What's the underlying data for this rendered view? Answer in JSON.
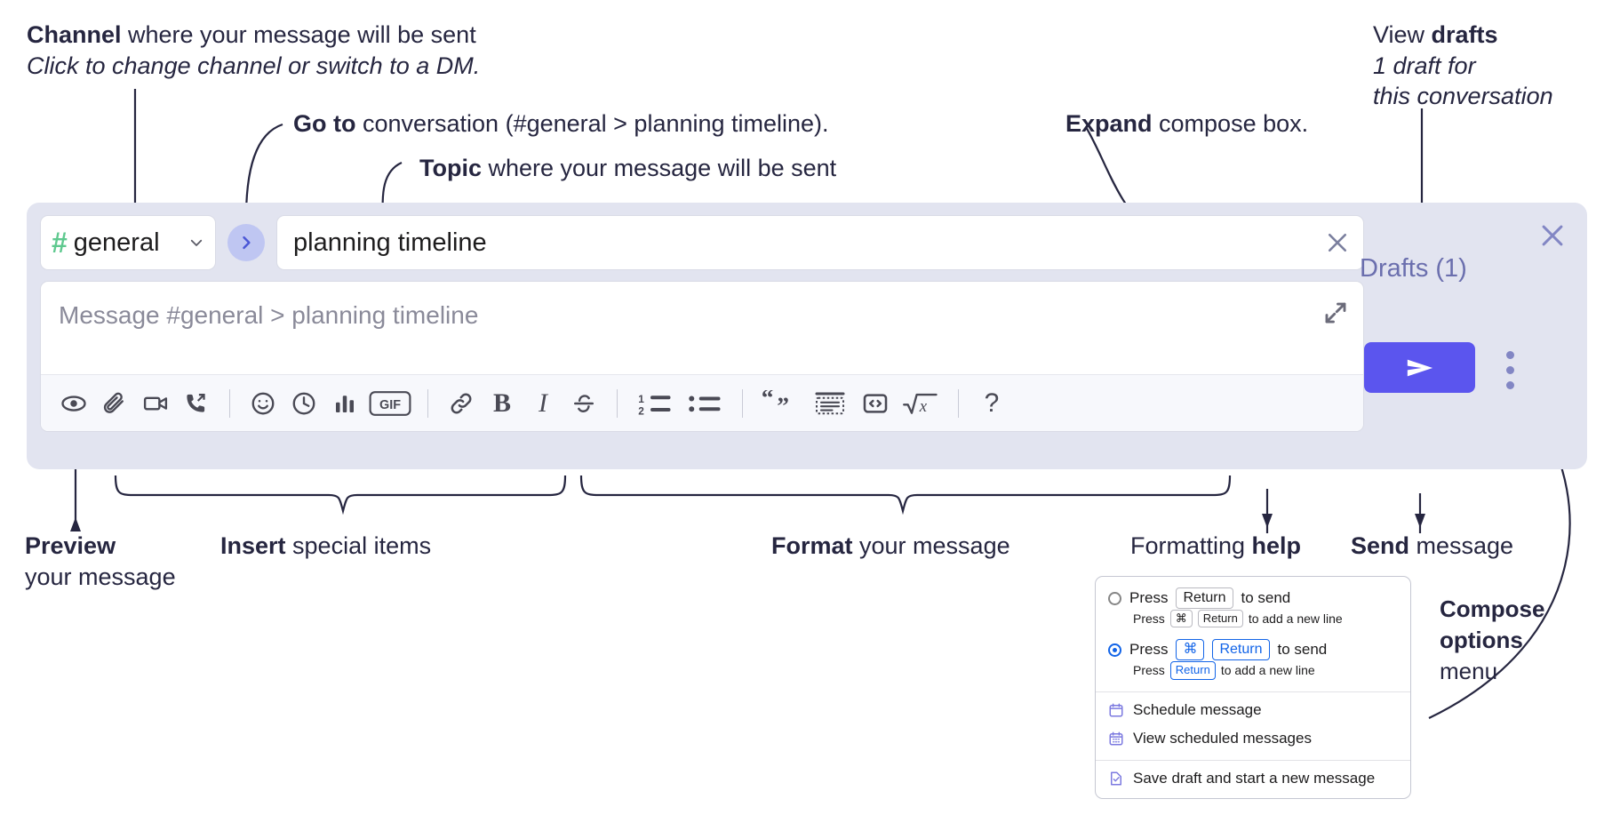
{
  "annotations": {
    "channel": {
      "bold": "Channel",
      "rest": " where your message will be sent",
      "sub": "Click to change channel or switch to a DM."
    },
    "goto": {
      "bold": "Go to",
      "rest": " conversation (#general > planning timeline)."
    },
    "topic": {
      "bold": "Topic",
      "rest": " where your message will be sent"
    },
    "expand": {
      "bold": "Expand",
      "rest": " compose box."
    },
    "drafts": {
      "pre": "View ",
      "bold": "drafts",
      "sub1": "1 draft for",
      "sub2": "this conversation"
    },
    "preview": {
      "bold": "Preview",
      "line2": "your message"
    },
    "insert": {
      "bold": "Insert",
      "rest": " special items"
    },
    "format": {
      "bold": "Format",
      "rest": " your message"
    },
    "help": {
      "pre": "Formatting ",
      "bold": "help"
    },
    "send": {
      "bold": "Send",
      "rest": " message"
    },
    "compose_options": {
      "line1": "Compose",
      "line2": "options",
      "line3": "menu"
    }
  },
  "compose": {
    "channel_name": "general",
    "channel_hash": "#",
    "goto_icon": "chevron-right-icon",
    "topic_value": "planning timeline",
    "clear_topic_icon": "close-icon",
    "message_placeholder": "Message #general > planning timeline",
    "expand_icon": "expand-diagonal-icon",
    "panel_close_icon": "close-icon",
    "drafts_label": "Drafts (1)",
    "send_icon": "send-paper-plane-icon",
    "kebab_icon": "more-options-vertical-icon",
    "toolbar": [
      {
        "name": "preview-icon",
        "label": "Preview"
      },
      {
        "name": "attachment-icon",
        "label": "Attach file"
      },
      {
        "name": "video-camera-icon",
        "label": "Record video clip"
      },
      {
        "name": "phone-forward-icon",
        "label": "Record audio clip"
      },
      {
        "name": "separator",
        "label": ""
      },
      {
        "name": "emoji-icon",
        "label": "Emoji"
      },
      {
        "name": "clock-icon",
        "label": "Reminder"
      },
      {
        "name": "bar-chart-icon",
        "label": "Poll"
      },
      {
        "name": "gif-icon",
        "label": "GIF"
      },
      {
        "name": "separator",
        "label": ""
      },
      {
        "name": "link-icon",
        "label": "Link"
      },
      {
        "name": "bold-icon",
        "label": "B"
      },
      {
        "name": "italic-icon",
        "label": "I"
      },
      {
        "name": "strikethrough-icon",
        "label": "Strikethrough"
      },
      {
        "name": "separator",
        "label": ""
      },
      {
        "name": "ordered-list-icon",
        "label": "Ordered list"
      },
      {
        "name": "bulleted-list-icon",
        "label": "Bulleted list"
      },
      {
        "name": "separator",
        "label": ""
      },
      {
        "name": "blockquote-icon",
        "label": "Blockquote"
      },
      {
        "name": "code-block-icon",
        "label": "Code block"
      },
      {
        "name": "inline-code-icon",
        "label": "Code"
      },
      {
        "name": "math-icon",
        "label": "Math"
      },
      {
        "name": "separator",
        "label": ""
      },
      {
        "name": "help-question-icon",
        "label": "?"
      }
    ]
  },
  "options_menu": {
    "send_options": [
      {
        "selected": false,
        "prefix": "Press",
        "keys": [
          "Return"
        ],
        "suffix": "to send",
        "sub_prefix": "Press",
        "sub_keys": [
          "⌘",
          "Return"
        ],
        "sub_suffix": "to add a new line"
      },
      {
        "selected": true,
        "prefix": "Press",
        "keys": [
          "⌘",
          "Return"
        ],
        "suffix": "to send",
        "sub_prefix": "Press",
        "sub_keys": [
          "Return"
        ],
        "sub_suffix": "to add a new line"
      }
    ],
    "items": [
      {
        "icon": "calendar-schedule-icon",
        "label": "Schedule message"
      },
      {
        "icon": "calendar-grid-icon",
        "label": "View scheduled messages"
      },
      {
        "icon": "save-draft-icon",
        "label": "Save draft and start a new message"
      }
    ]
  },
  "colors": {
    "accent": "#5b55ee",
    "panel_bg": "#e2e4f0",
    "hash_green": "#5fc98f",
    "go_circle": "#bfc6f2",
    "link_purple": "#6b6fae",
    "radio_blue": "#1264e8",
    "menu_icon_purple": "#7c7ae0"
  }
}
